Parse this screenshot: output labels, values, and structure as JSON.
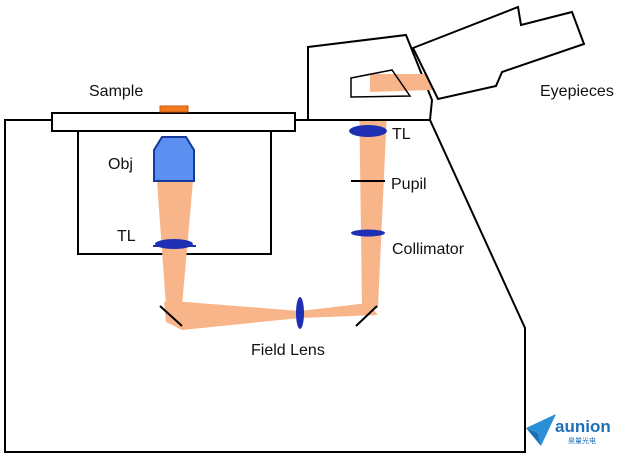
{
  "labels": {
    "sample": "Sample",
    "obj": "Obj",
    "tl_left": "TL",
    "tl_right": "TL",
    "pupil": "Pupil",
    "collimator": "Collimator",
    "field_lens": "Field Lens",
    "eyepieces": "Eyepieces"
  },
  "logo": {
    "word": "aunion",
    "sub": "昊量光电"
  },
  "colors": {
    "outline": "#000000",
    "beam": "#f9b58a",
    "lens": "#1f2fb3",
    "objective": "#5b8ff0",
    "sample": "#f07a1d",
    "logo": "#1d6fb8"
  }
}
